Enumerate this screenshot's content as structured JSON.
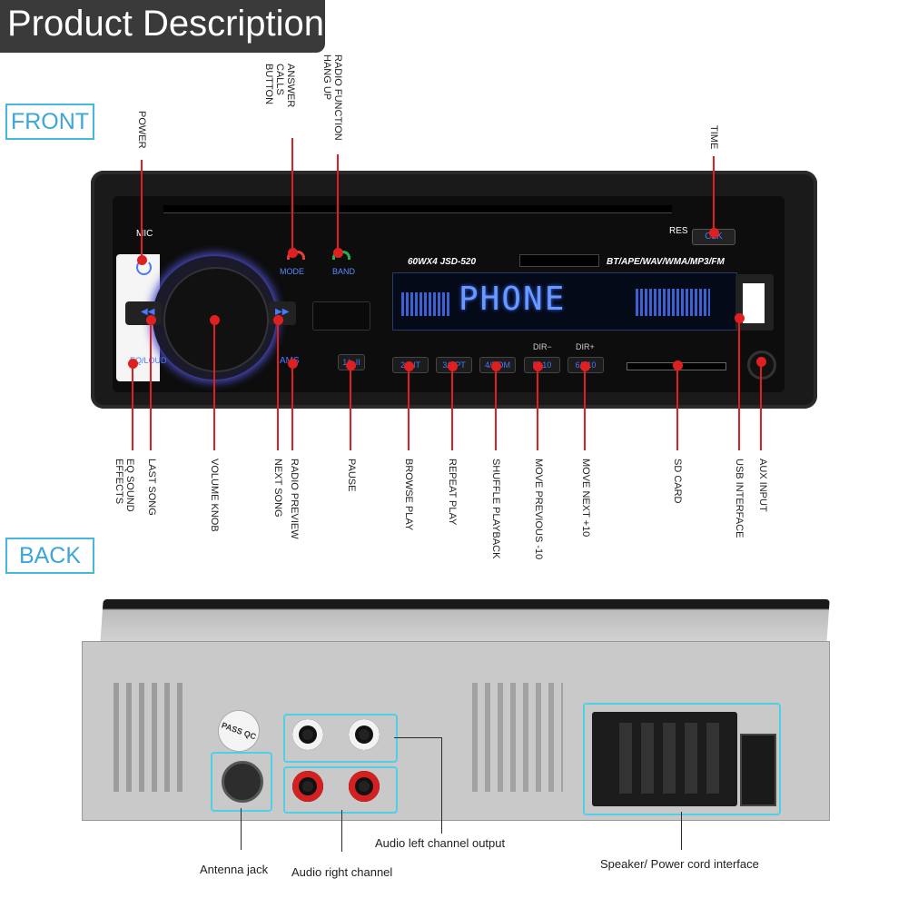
{
  "header": {
    "title": "Product Description"
  },
  "sections": {
    "front": "FRONT",
    "back": "BACK"
  },
  "front_labels": {
    "power": "POWER",
    "answer_calls": "ANSWER CALLS BUTTON",
    "radio_function": "RADIO FUNCTION HANG UP",
    "time": "TIME",
    "eq_sound": "EQ SOUND EFFECTS",
    "last_song": "LAST SONG",
    "volume_knob": "VOLUME KNOB",
    "next_song": "NEXT SONG",
    "radio_preview": "RADIO PREVIEW",
    "pause": "PAUSE",
    "browse_play": "BROWSE PLAY",
    "repeat_play": "REPEAT PLAY",
    "shuffle_playback": "SHUFFLE PLAYBACK",
    "move_previous": "MOVE PREVIOUS -10",
    "move_next": "MOVE NEXT +10",
    "sd_card": "SD CARD",
    "usb_interface": "USB INTERFACE",
    "aux_input": "AUX INPUT"
  },
  "panel": {
    "mic": "MIC",
    "res": "RES",
    "clk": "CLK",
    "mode": "MODE",
    "band": "BAND",
    "model": "60WX4   JSD-520",
    "formats": "BT/APE/WAV/WMA/MP3/FM",
    "display": "PHONE",
    "eq_loud": "EQ/LOUD",
    "ams": "AMS",
    "dir_minus": "DIR−",
    "dir_plus": "DIR+",
    "buttons": [
      "1/▶II",
      "2/INT",
      "3/RPT",
      "4/RDM",
      "5/-10",
      "6/+10"
    ]
  },
  "back_labels": {
    "antenna": "Antenna jack",
    "audio_right": "Audio right channel",
    "audio_left": "Audio left channel output",
    "speaker": "Speaker/ Power cord interface",
    "pass_qc": "PASS QC"
  },
  "colors": {
    "accent": "#46b8e0",
    "callout_line": "#e02020",
    "display_blue": "#4a78ff"
  }
}
